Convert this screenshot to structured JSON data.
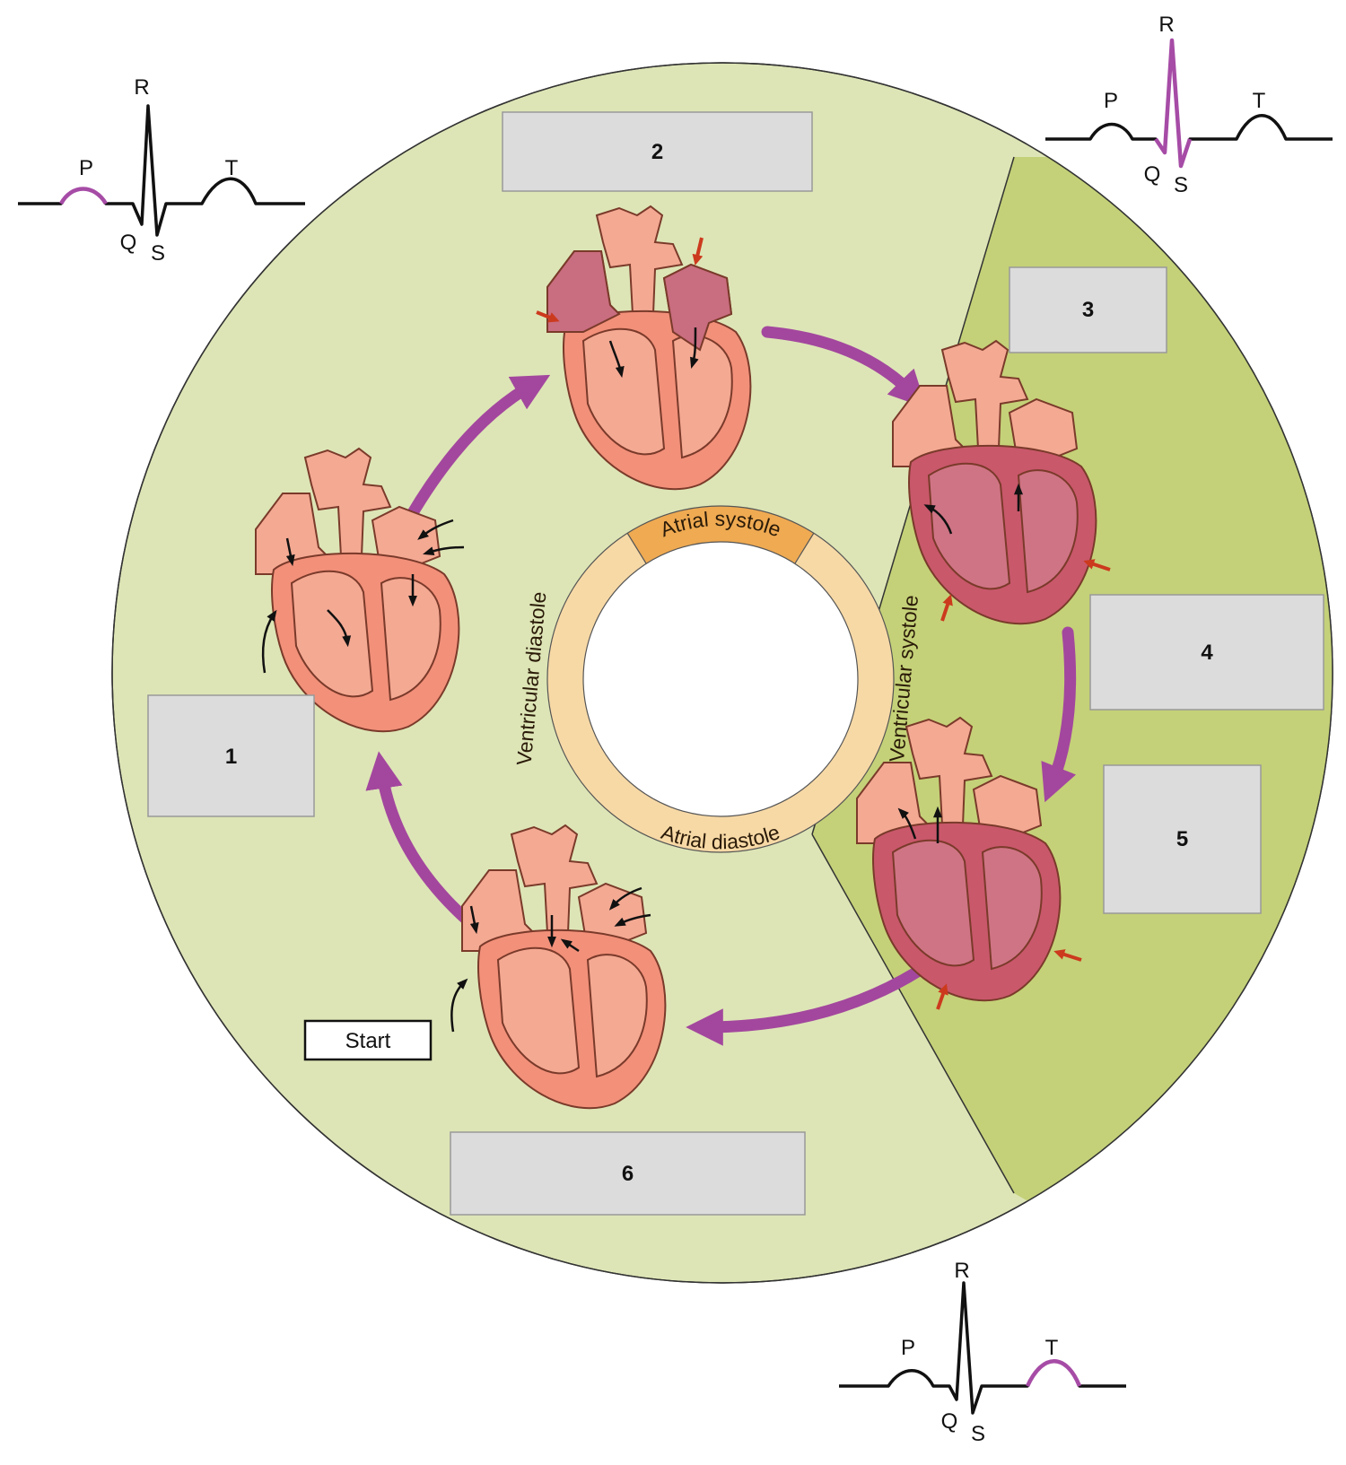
{
  "phases": {
    "inner_top": "Atrial systole",
    "inner_bottom": "Atrial diastole",
    "left": "Ventricular diastole",
    "right": "Ventricular systole"
  },
  "start_label": "Start",
  "boxes": [
    "1",
    "2",
    "3",
    "4",
    "5",
    "6"
  ],
  "ecg": {
    "top_left": {
      "p": "P",
      "q": "Q",
      "r": "R",
      "s": "S",
      "t": "T",
      "highlight": "P wave"
    },
    "top_right": {
      "p": "P",
      "q": "Q",
      "r": "R",
      "s": "S",
      "t": "T",
      "highlight": "QRS complex"
    },
    "bottom": {
      "p": "P",
      "q": "Q",
      "r": "R",
      "s": "S",
      "t": "T",
      "highlight": "T wave"
    }
  },
  "colors": {
    "diastole_bg": "#dde5b6",
    "systole_bg": "#c4d178",
    "cycle_arrow": "#a3479e",
    "heart_light": "#f4a993",
    "heart_contracting": "#c96d80",
    "contraction_marker": "#cc3a1e",
    "ring": "#f7d9a6",
    "ring_active": "#efaa52",
    "ecg_highlight": "#a64ca6"
  }
}
